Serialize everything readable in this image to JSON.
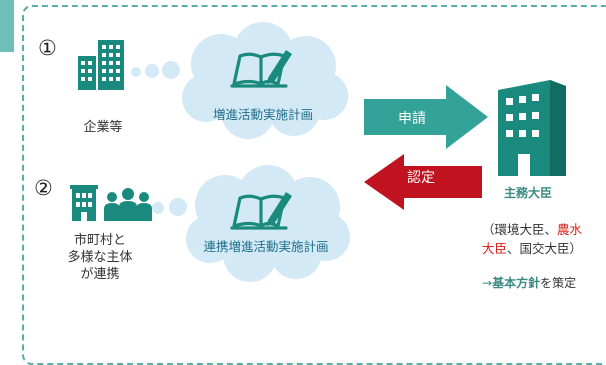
{
  "row1": {
    "number": "①",
    "actor_label": "企業等",
    "plan_label": "増進活動実施計画"
  },
  "row2": {
    "number": "②",
    "actor_label_lines": [
      "市町村と",
      "多様な主体",
      "が連携"
    ],
    "plan_label": "連携増進活動実施計画"
  },
  "arrows": {
    "apply": "申請",
    "certify": "認定"
  },
  "minister": {
    "title": "主務大臣",
    "line1_prefix": "（環境大臣、",
    "line1_red": "農水",
    "line2_red": "大臣",
    "line2_suffix": "、国交大臣）",
    "policy_arrow": "→",
    "policy_bold": "基本方針",
    "policy_suffix": "を策定"
  },
  "colors": {
    "teal": "#33a39a",
    "teal_light": "#5aaea9",
    "red": "#c1121f",
    "cloud": "#d3e9f6",
    "building": "#1a8a7e",
    "text_teal": "#3a8a80"
  },
  "icons": {
    "company": "office-buildings-icon",
    "municipality": "city-hall-people-icon",
    "plan": "book-pen-icon",
    "minister": "government-building-icon"
  }
}
